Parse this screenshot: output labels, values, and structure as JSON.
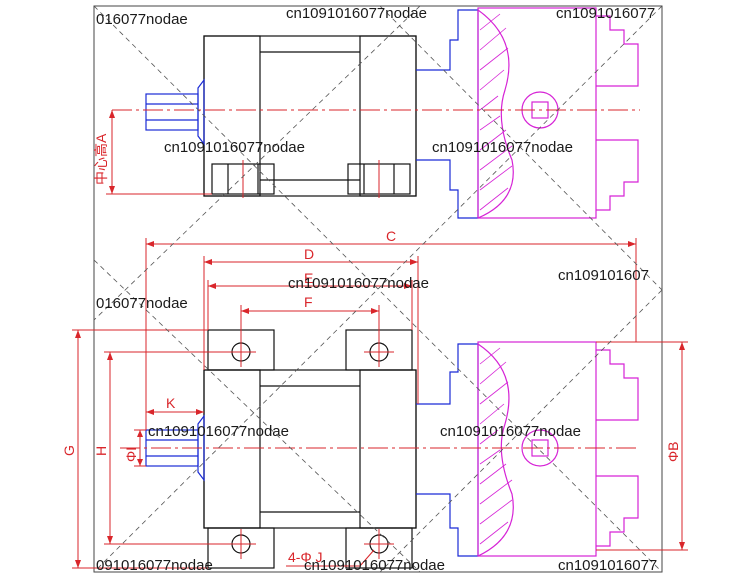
{
  "watermark_text": "cn1091016077nodae",
  "watermarks": [
    {
      "text": "016077nodae"
    },
    {
      "text": "cn1091016077nodae"
    },
    {
      "text": "cn1091016077"
    },
    {
      "text": "cn1091016077nodae"
    },
    {
      "text": "cn1091016077nodae"
    },
    {
      "text": "cn1091016077nodae"
    },
    {
      "text": "cn109101607"
    },
    {
      "text": "016077nodae"
    },
    {
      "text": "cn1091016077nodae"
    },
    {
      "text": "cn1091016077nodae"
    },
    {
      "text": "091016077nodae"
    },
    {
      "text": "cn1091016077nodae"
    },
    {
      "text": "cn1091016077"
    }
  ],
  "labels": {
    "center_height": "中心高A",
    "dim_c": "C",
    "dim_d": "D",
    "dim_e": "E",
    "dim_f": "F",
    "dim_k": "K",
    "dim_g": "G",
    "dim_h": "H",
    "dim_phi_i": "ΦI",
    "dim_phi_b": "ΦB",
    "holes": "4-Φ J"
  },
  "colors": {
    "outline": "#111111",
    "dimension": "#d9262b",
    "flange": "#1a2bd6",
    "housing": "#d623d6"
  }
}
